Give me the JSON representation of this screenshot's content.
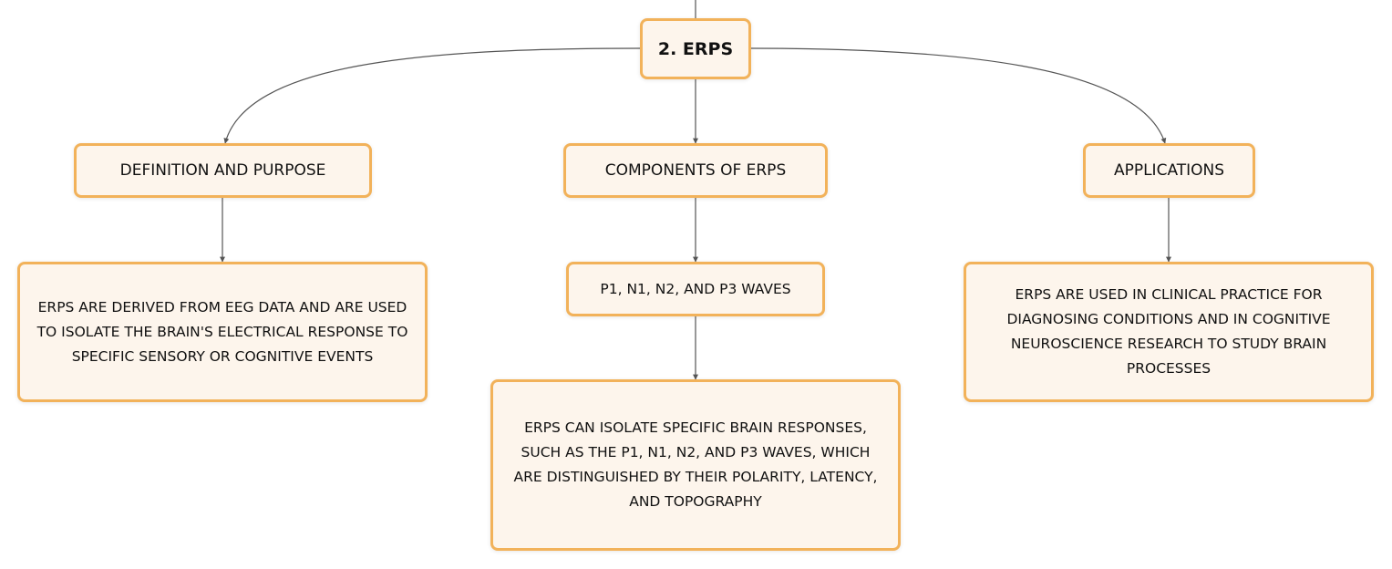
{
  "root": {
    "label": "2. ERPS"
  },
  "branches": [
    {
      "label": "DEFINITION AND PURPOSE",
      "detail": "ERPS ARE DERIVED FROM EEG DATA AND ARE USED TO ISOLATE THE BRAIN'S ELECTRICAL RESPONSE TO SPECIFIC SENSORY OR COGNITIVE EVENTS"
    },
    {
      "label": "COMPONENTS OF ERPS",
      "sub": "P1, N1, N2, AND P3 WAVES",
      "detail": "ERPS CAN ISOLATE SPECIFIC BRAIN RESPONSES, SUCH AS THE P1, N1, N2, AND P3 WAVES, WHICH ARE DISTINGUISHED BY THEIR POLARITY, LATENCY, AND TOPOGRAPHY"
    },
    {
      "label": "APPLICATIONS",
      "detail": "ERPS ARE USED IN CLINICAL PRACTICE FOR DIAGNOSING CONDITIONS AND IN COGNITIVE NEUROSCIENCE RESEARCH TO STUDY BRAIN PROCESSES"
    }
  ],
  "colors": {
    "node_fill": "#fdf5ec",
    "node_border": "#f2b25a",
    "connector": "#555555"
  }
}
